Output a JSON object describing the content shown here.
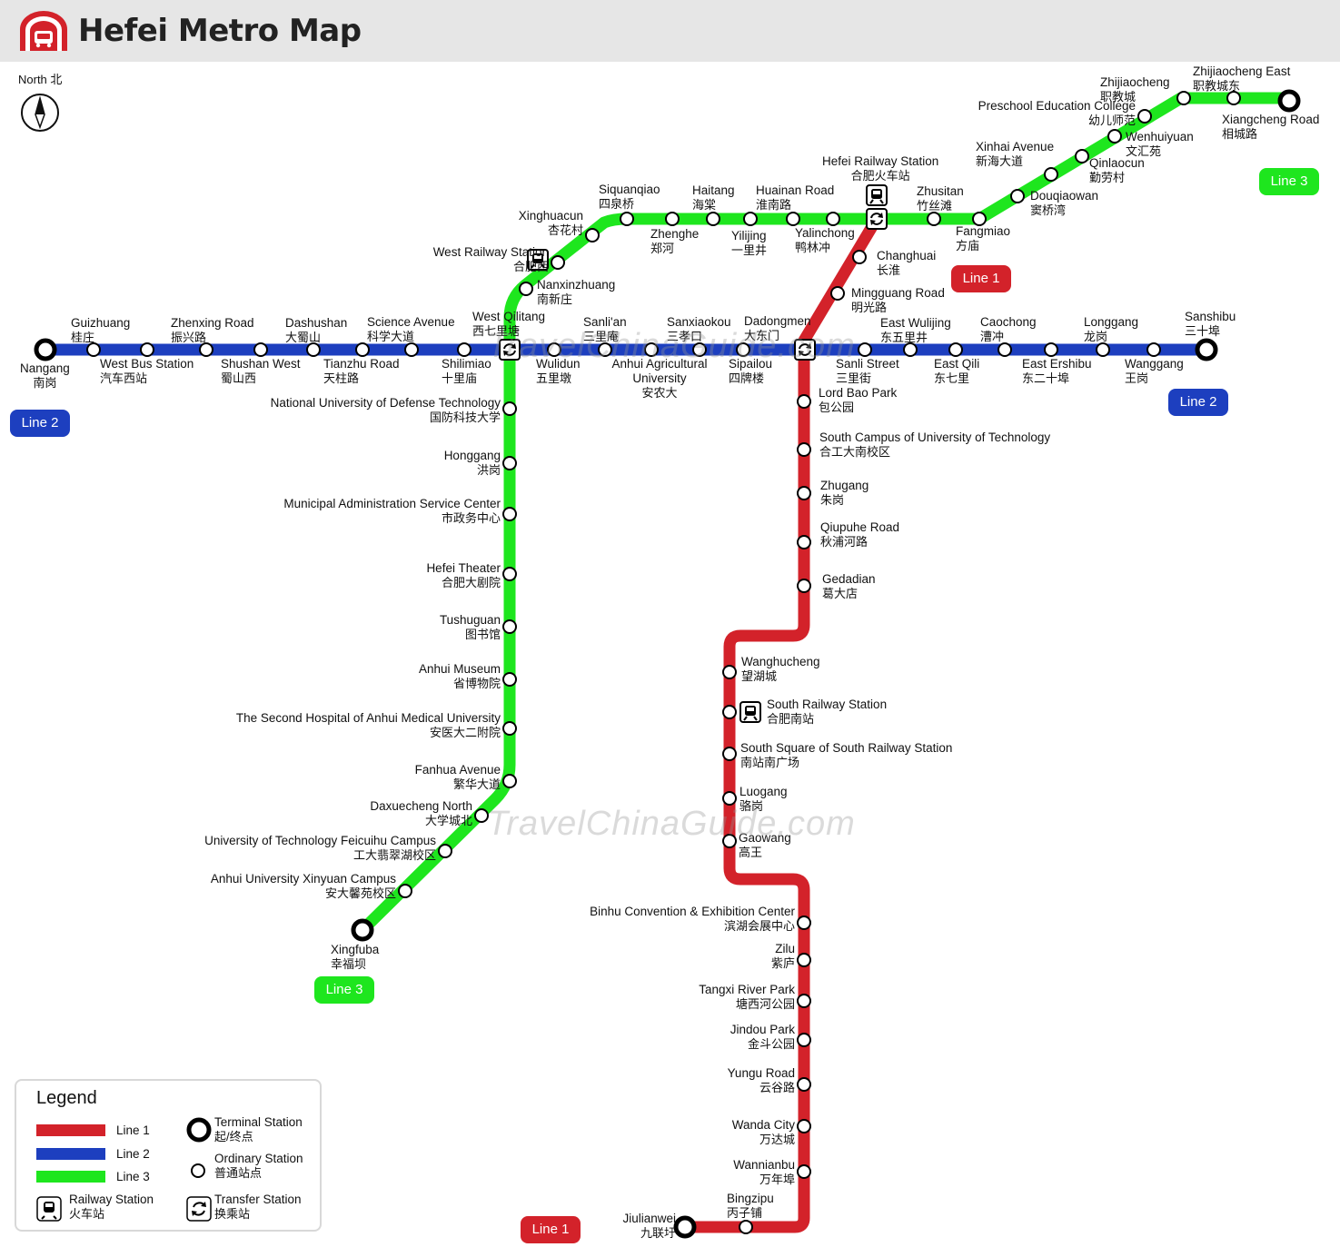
{
  "header": {
    "title": "Hefei Metro Map"
  },
  "compass": {
    "label": "North 北"
  },
  "watermark": "TravelChinaGuide.com",
  "colors": {
    "line1": "#d3222a",
    "line2": "#1d3fbf",
    "line3": "#1ee61e"
  },
  "badges": [
    {
      "id": "l3-ne",
      "text": "Line 3",
      "line": "line3"
    },
    {
      "id": "l1-mid",
      "text": "Line 1",
      "line": "line1"
    },
    {
      "id": "l2-w",
      "text": "Line 2",
      "line": "line2"
    },
    {
      "id": "l2-e",
      "text": "Line 2",
      "line": "line2"
    },
    {
      "id": "l3-sw",
      "text": "Line 3",
      "line": "line3"
    },
    {
      "id": "l1-s",
      "text": "Line 1",
      "line": "line1"
    }
  ],
  "stations": [
    {
      "en": "Nangang",
      "cn": "南岗",
      "type": "terminal"
    },
    {
      "en": "Guizhuang",
      "cn": "桂庄"
    },
    {
      "en": "West Bus Station",
      "cn": "汽车西站"
    },
    {
      "en": "Zhenxing Road",
      "cn": "振兴路"
    },
    {
      "en": "Shushan West",
      "cn": "蜀山西"
    },
    {
      "en": "Dashushan",
      "cn": "大蜀山"
    },
    {
      "en": "Tianzhu Road",
      "cn": "天柱路"
    },
    {
      "en": "Science Avenue",
      "cn": "科学大道"
    },
    {
      "en": "Shilimiao",
      "cn": "十里庙"
    },
    {
      "en": "West Qilitang",
      "cn": "西七里塘",
      "type": "transfer"
    },
    {
      "en": "Wulidun",
      "cn": "五里墩"
    },
    {
      "en": "Sanli'an",
      "cn": "三里庵"
    },
    {
      "en": "Anhui Agricultural University",
      "cn": "安农大"
    },
    {
      "en": "Sanxiaokou",
      "cn": "三孝口"
    },
    {
      "en": "Sipailou",
      "cn": "四牌楼"
    },
    {
      "en": "Dadongmen",
      "cn": "大东门",
      "type": "transfer"
    },
    {
      "en": "Sanli Street",
      "cn": "三里街"
    },
    {
      "en": "East Wulijing",
      "cn": "东五里井"
    },
    {
      "en": "East Qili",
      "cn": "东七里"
    },
    {
      "en": "Caochong",
      "cn": "漕冲"
    },
    {
      "en": "East Ershibu",
      "cn": "东二十埠"
    },
    {
      "en": "Longgang",
      "cn": "龙岗"
    },
    {
      "en": "Wanggang",
      "cn": "王岗"
    },
    {
      "en": "Sanshibu",
      "cn": "三十埠",
      "type": "terminal"
    },
    {
      "en": "Xingfuba",
      "cn": "幸福坝",
      "type": "terminal"
    },
    {
      "en": "Anhui University Xinyuan Campus",
      "cn": "安大馨苑校区"
    },
    {
      "en": "University of Technology Feicuihu Campus",
      "cn": "工大翡翠湖校区"
    },
    {
      "en": "Daxuecheng North",
      "cn": "大学城北"
    },
    {
      "en": "Fanhua Avenue",
      "cn": "繁华大道"
    },
    {
      "en": "The Second Hospital of Anhui Medical University",
      "cn": "安医大二附院"
    },
    {
      "en": "Anhui Museum",
      "cn": "省博物院"
    },
    {
      "en": "Tushuguan",
      "cn": "图书馆"
    },
    {
      "en": "Hefei Theater",
      "cn": "合肥大剧院"
    },
    {
      "en": "Municipal Administration Service Center",
      "cn": "市政务中心"
    },
    {
      "en": "Honggang",
      "cn": "洪岗"
    },
    {
      "en": "National University of Defense Technology",
      "cn": "国防科技大学"
    },
    {
      "en": "Nanxinzhuang",
      "cn": "南新庄"
    },
    {
      "en": "West Railway Station",
      "cn": "合肥西",
      "type": "railway"
    },
    {
      "en": "Xinghuacun",
      "cn": "杏花村"
    },
    {
      "en": "Siquanqiao",
      "cn": "四泉桥"
    },
    {
      "en": "Zhenghe",
      "cn": "郑河"
    },
    {
      "en": "Haitang",
      "cn": "海棠"
    },
    {
      "en": "Yilijing",
      "cn": "一里井"
    },
    {
      "en": "Huainan Road",
      "cn": "淮南路"
    },
    {
      "en": "Yalinchong",
      "cn": "鸭林冲"
    },
    {
      "en": "Hefei Railway Station",
      "cn": "合肥火车站",
      "type": "railway-transfer"
    },
    {
      "en": "Zhusitan",
      "cn": "竹丝滩"
    },
    {
      "en": "Fangmiao",
      "cn": "方庙"
    },
    {
      "en": "Douqiaowan",
      "cn": "窦桥湾"
    },
    {
      "en": "Xinhai Avenue",
      "cn": "新海大道"
    },
    {
      "en": "Qinlaocun",
      "cn": "勤劳村"
    },
    {
      "en": "Wenhuiyuan",
      "cn": "文汇苑"
    },
    {
      "en": "Preschool Education College",
      "cn": "幼儿师范"
    },
    {
      "en": "Zhijiaocheng",
      "cn": "职教城"
    },
    {
      "en": "Zhijiaocheng East",
      "cn": "职教城东"
    },
    {
      "en": "Xiangcheng Road",
      "cn": "相城路",
      "type": "terminal"
    },
    {
      "en": "Changhuai",
      "cn": "长淮"
    },
    {
      "en": "Mingguang Road",
      "cn": "明光路"
    },
    {
      "en": "Lord Bao Park",
      "cn": "包公园"
    },
    {
      "en": "South Campus of University of Technology",
      "cn": "合工大南校区"
    },
    {
      "en": "Zhugang",
      "cn": "朱岗"
    },
    {
      "en": "Qiupuhe Road",
      "cn": "秋浦河路"
    },
    {
      "en": "Gedadian",
      "cn": "葛大店"
    },
    {
      "en": "Wanghucheng",
      "cn": "望湖城"
    },
    {
      "en": "South Railway Station",
      "cn": "合肥南站",
      "type": "railway"
    },
    {
      "en": "South Square of South Railway Station",
      "cn": "南站南广场"
    },
    {
      "en": "Luogang",
      "cn": "骆岗"
    },
    {
      "en": "Gaowang",
      "cn": "高王"
    },
    {
      "en": "Binhu Convention & Exhibition Center",
      "cn": "滨湖会展中心"
    },
    {
      "en": "Zilu",
      "cn": "紫庐"
    },
    {
      "en": "Tangxi River Park",
      "cn": "塘西河公园"
    },
    {
      "en": "Jindou Park",
      "cn": "金斗公园"
    },
    {
      "en": "Yungu Road",
      "cn": "云谷路"
    },
    {
      "en": "Wanda City",
      "cn": "万达城"
    },
    {
      "en": "Wannianbu",
      "cn": "万年埠"
    },
    {
      "en": "Bingzipu",
      "cn": "丙子铺"
    },
    {
      "en": "Jiulianwei",
      "cn": "九联圩",
      "type": "terminal"
    }
  ],
  "legend": {
    "title": "Legend",
    "line1": "Line 1",
    "line2": "Line 2",
    "line3": "Line 3",
    "terminal_en": "Terminal Station",
    "terminal_cn": "起/终点",
    "ordinary_en": "Ordinary Station",
    "ordinary_cn": "普通站点",
    "railway_en": "Railway Station",
    "railway_cn": "火车站",
    "transfer_en": "Transfer Station",
    "transfer_cn": "换乘站"
  }
}
